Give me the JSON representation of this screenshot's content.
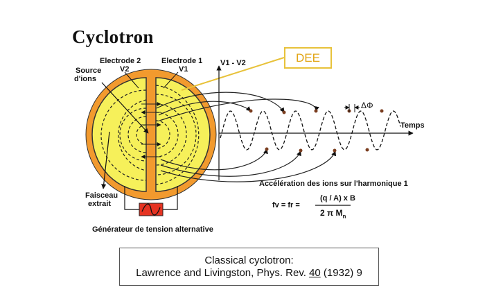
{
  "title": "Cyclotron",
  "labels": {
    "electrode2": "Electrode 2",
    "v2": "V2",
    "electrode1": "Electrode 1",
    "v1": "V1",
    "source_line1": "Source",
    "source_line2": "d'ions",
    "axis_v": "V1 - V2",
    "axis_time": "Temps",
    "delta_phi": "ΔΦ",
    "faisceau_line1": "Faisceau",
    "faisceau_line2": "extrait",
    "generator": "Générateur de tension alternative",
    "acceleration": "Accélération des ions sur l'harmonique 1"
  },
  "dee_label": "DEE",
  "formula": {
    "lhs": "fv = fr =",
    "numerator": "(q / A) x B",
    "denominator_prefix": "2 π M",
    "denominator_sub": "n"
  },
  "caption": {
    "line1": "Classical cyclotron:",
    "line2_prefix": "Lawrence and Livingston, Phys. Rev. ",
    "line2_volume": "40",
    "line2_suffix": " (1932) 9"
  },
  "colors": {
    "outer_ring": "#f29a2e",
    "dee_fill": "#f6f05a",
    "dee_box_border": "#e8c23a",
    "dee_box_text": "#e2a514",
    "generator_fill": "#e53322",
    "dots": "#7a3d1f"
  }
}
